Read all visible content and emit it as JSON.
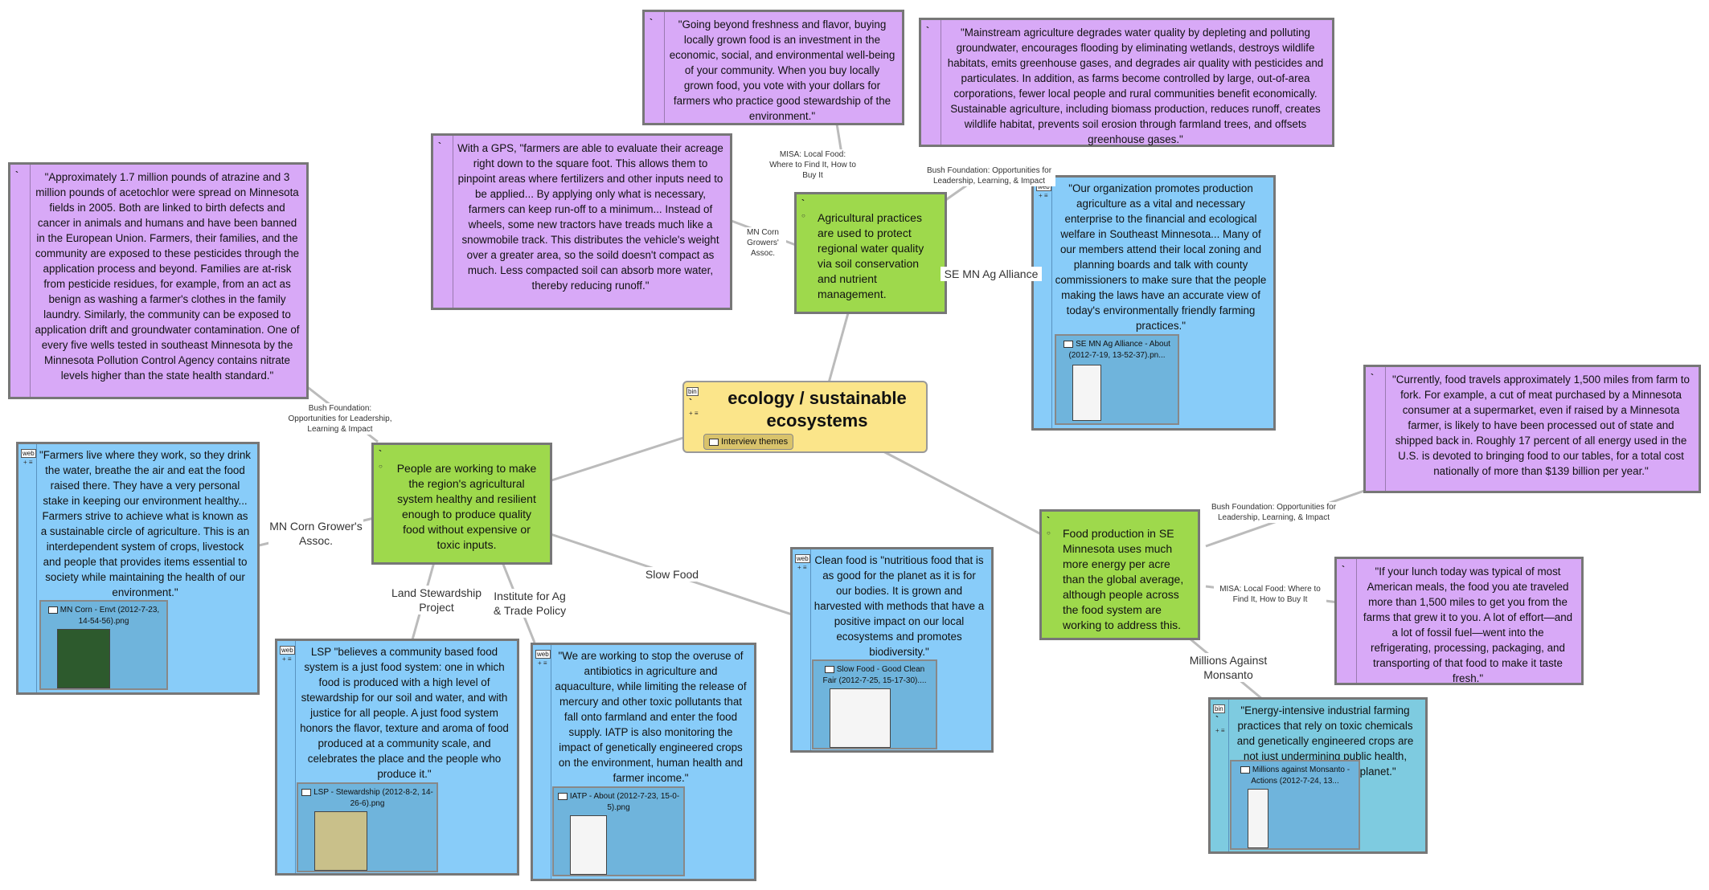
{
  "central": {
    "title": "ecology / sustainable ecosystems",
    "tag": "Interview themes",
    "type_tag": "bin"
  },
  "themes": {
    "water": "Agricultural practices are used to protect regional water quality via soil conservation and nutrient management.",
    "healthy": "People are working to make the region's agricultural system healthy and resilient enough to produce quality food without expensive or toxic inputs.",
    "energy": "Food production in SE Minnesota uses much more energy per acre than the global average, although people across the food system are working to address this."
  },
  "quotes": {
    "fresh": "\"Going beyond freshness and flavor, buying locally grown food is an investment in the economic, social, and environmental well-being of your community. When you buy locally grown food, you vote with your dollars for farmers who practice good stewardship of the environment.\"",
    "mainstream": "\"Mainstream agriculture degrades water quality by depleting and polluting groundwater, encourages flooding by eliminating wetlands, destroys wildlife habitats, emits greenhouse gases, and degrades air quality with pesticides and particulates. In addition, as farms become controlled by large, out-of-area corporations, fewer local people and rural communities benefit economically. Sustainable agriculture, including biomass production, reduces runoff, creates wildlife habitat, prevents soil erosion through farmland trees, and offsets greenhouse gases.\"",
    "gps": "With a GPS, \"farmers are able to evaluate their acreage right down to the square foot. This allows them to pinpoint areas where fertilizers and other inputs need to be applied... By applying only what is necessary, farmers can keep run-off to a minimum... Instead of wheels, some new tractors have treads much like a snowmobile track. This distributes the vehicle's weight over a greater area, so the soild doesn't compact as much. Less compacted soil can absorb more water, thereby reducing runoff.\"",
    "atrazine": "\"Approximately 1.7 million pounds of atrazine and 3 million pounds of acetochlor were spread on Minnesota fields in 2005. Both are linked to birth defects and cancer in animals and humans and have been banned in the European Union. Farmers, their families, and the community are exposed to these pesticides through the application process and beyond. Families are at-risk from pesticide residues, for example, from an act as benign as washing a farmer's clothes in the family laundry. Similarly, the community can be exposed to application drift and groundwater contamination. One of every five wells tested in southeast Minnesota by the Minnesota Pollution Control Agency contains nitrate levels higher than the state health standard.\"",
    "miles": "\"Currently, food travels approximately 1,500 miles from farm to fork. For example, a cut of meat purchased by a Minnesota consumer at a supermarket, even if raised by a Minnesota farmer, is likely to have been processed out of state and shipped back in. Roughly 17 percent of all energy used in the U.S. is devoted to bringing food to our tables, for a total cost nationally of more than $139 billion per year.\"",
    "lunch": "\"If your lunch today was typical of most American meals, the food you ate traveled more than 1,500 miles to get you from the farms that grew it to you. A lot of effort—and a lot of fossil fuel—went into the refrigerating, processing, packaging, and transporting of that food to make it taste fresh.\""
  },
  "webs": {
    "seag": {
      "text": "\"Our organization promotes production agriculture as a vital and necessary enterprise to the financial and ecological welfare in Southeast Minnesota... Many of our members attend their local zoning and planning boards and talk with county commissioners to make sure that the people making the laws have an accurate view of today's environmentally friendly farming practices.\"",
      "shot": "SE MN Ag Alliance - About (2012-7-19, 13-52-37).pn..."
    },
    "mncorn": {
      "text": "\"Farmers live where they work, so they drink the water, breathe the air and eat the food raised there. They have a very personal stake in keeping our environment healthy... Farmers strive to achieve what is known as a sustainable circle of agriculture. This is an interdependent system of crops, livestock and people that provides items essential to society while maintaining the health of our environment.\"",
      "shot": "MN Corn - Envt (2012-7-23, 14-54-56).png"
    },
    "lsp": {
      "text": "LSP \"believes a community based food system is a just food system: one in which food is produced with a high level of stewardship for our soil and water, and with justice for all people. A just food system honors the flavor, texture and aroma of food produced at a community scale, and celebrates the place and the people who produce it.\"",
      "shot": "LSP - Stewardship (2012-8-2, 14-26-6).png"
    },
    "iatp": {
      "text": "\"We are working to stop the overuse of antibiotics in agriculture and aquaculture, while limiting the release of mercury and other toxic pollutants that fall onto farmland and enter the food supply. IATP is also monitoring the impact of genetically engineered crops on the environment, human health and farmer income.\"",
      "shot": "IATP - About (2012-7-23, 15-0-5).png"
    },
    "slow": {
      "text": "Clean food is \"nutritious food that is as good for the planet as it is for our bodies. It is grown and harvested with methods that have a positive impact on our local ecosystems and promotes biodiversity.\"",
      "shot": "Slow Food - Good Clean Fair (2012-7-25, 15-17-30)...."
    },
    "monsanto": {
      "text": "\"Energy-intensive industrial farming practices that rely on toxic chemicals and genetically engineered crops are not just undermining public health, they're destroying the planet.\"",
      "shot": "Millions against Monsanto - Actions (2012-7-24, 13..."
    }
  },
  "edge_labels": {
    "misa1": "MISA: Local Food: Where to Find It, How to Buy It",
    "bush1": "Bush Foundation: Opportunities for Leadership, Learning, & Impact",
    "mncorn_small": "MN Corn Growers' Assoc.",
    "seag": "SE MN Ag Alliance",
    "bush2": "Bush Foundation: Opportunities for Leadership, Learning & Impact",
    "mncorn": "MN Corn Grower's Assoc.",
    "lsp": "Land Stewardship Project",
    "iatp": "Institute for Ag & Trade Policy",
    "slow": "Slow Food",
    "bush3": "Bush Foundation: Opportunities for Leadership, Learning, & Impact",
    "misa2": "MISA: Local Food: Where to Find It, How to Buy It",
    "monsanto": "Millions Against Monsanto"
  },
  "tags": {
    "web": "web",
    "bin": "bin"
  },
  "colors": {
    "quote": "#d8a9f7",
    "web": "#88ccf9",
    "theme": "#9ed94c",
    "central": "#fbe58a",
    "edge": "#bbbbbb"
  }
}
